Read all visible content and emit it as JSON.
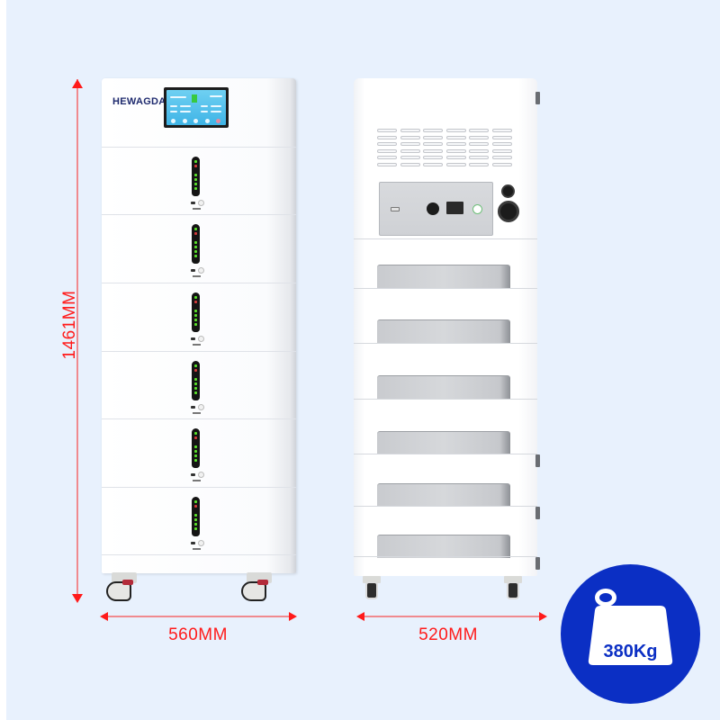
{
  "brand": "HEWAGDA",
  "dimensions": {
    "height": "1461MM",
    "front_width": "560MM",
    "side_depth": "520MM"
  },
  "weight": {
    "label": "380Kg",
    "icon": "weight-icon",
    "badge_color": "#0b2fc4"
  },
  "colors": {
    "background": "#e8f1fd",
    "dimension_red": "#ff1a1a",
    "brand_navy": "#1e2a6e"
  },
  "front_view": {
    "battery_modules": 6,
    "module_leds": [
      "green",
      "red",
      "green",
      "green",
      "green",
      "green",
      "green"
    ]
  },
  "side_view": {
    "vent_rows": 6,
    "vent_cols": 6,
    "drawer_handles": 6
  }
}
